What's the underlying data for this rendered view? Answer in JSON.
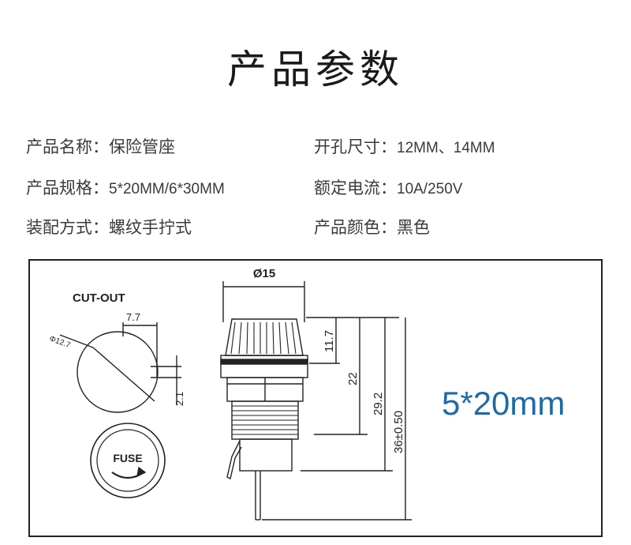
{
  "title": "产品参数",
  "specs": {
    "name": {
      "label": "产品名称：",
      "value": "保险管座"
    },
    "hole": {
      "label": "开孔尺寸：",
      "value": "12MM、14MM"
    },
    "spec": {
      "label": "产品规格：",
      "value": "5*20MM/6*30MM"
    },
    "rating": {
      "label": "额定电流：",
      "value": "10A/250V"
    },
    "mount": {
      "label": "装配方式：",
      "value": "螺纹手拧式"
    },
    "color": {
      "label": "产品颜色：",
      "value": "黑色"
    }
  },
  "drawing": {
    "cutout_label": "CUT-OUT",
    "dim_7_7": "7.7",
    "dim_phi_12_7": "Φ12.7",
    "dim_2_1": "2.1",
    "fuse_label": "FUSE",
    "dim_phi_15": "Ø15",
    "dim_11_7": "11.7",
    "dim_22": "22",
    "dim_29_2": "29.2",
    "dim_36": "36±0.50",
    "size_label": "5*20mm"
  },
  "colors": {
    "accent_blue": "#1e6aa8",
    "line": "#222222"
  }
}
